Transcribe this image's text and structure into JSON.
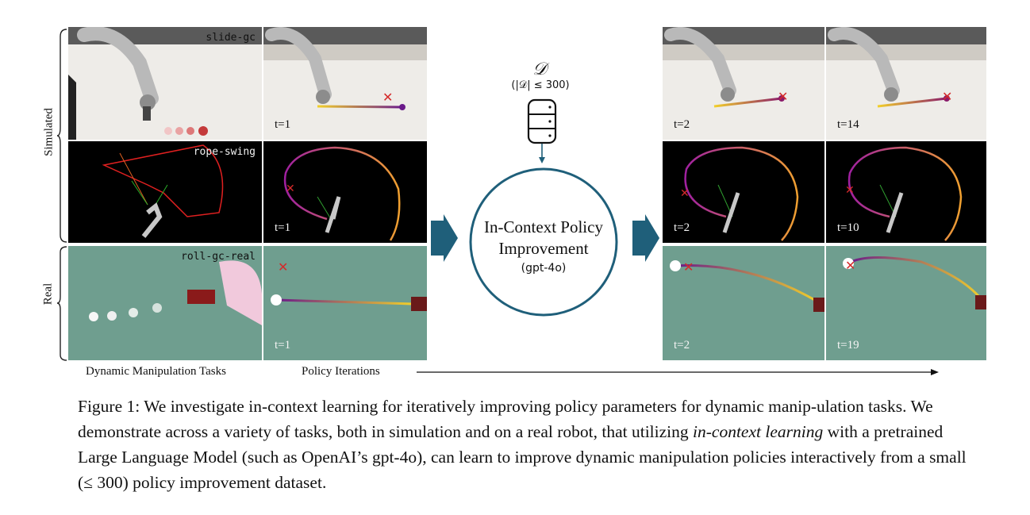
{
  "row_labels": {
    "simulated": "Simulated",
    "real": "Real"
  },
  "tasks": {
    "slide": "slide-gc",
    "rope": "rope-swing",
    "roll": "roll-gc-real"
  },
  "iterations": {
    "slide": [
      "t=1",
      "t=2",
      "t=14"
    ],
    "rope": [
      "t=1",
      "t=2",
      "t=10"
    ],
    "roll": [
      "t=1",
      "t=2",
      "t=19"
    ]
  },
  "dataset": {
    "symbol": "𝒟",
    "constraint": "(|𝒟| ≤ 300)"
  },
  "center": {
    "title_line1": "In-Context Policy",
    "title_line2": "Improvement",
    "model": "(gpt-4o)"
  },
  "bottom": {
    "tasks_label": "Dynamic Manipulation Tasks",
    "iterations_label": "Policy Iterations"
  },
  "caption": {
    "part1": "Figure 1: We investigate in-context learning for iteratively improving policy parameters for dynamic manip-ulation tasks. We demonstrate across a variety of tasks, both in simulation and on a real robot, that utilizing ",
    "emph": "in-context learning",
    "part2": " with a pretrained Large Language Model (such as OpenAI’s gpt-4o), can learn to improve dynamic manipulation policies interactively from a small (≤ 300) policy improvement dataset."
  },
  "colors": {
    "accent": "#1f5f7a",
    "mark": "#d42a2a",
    "table": "#6f9e8f"
  }
}
